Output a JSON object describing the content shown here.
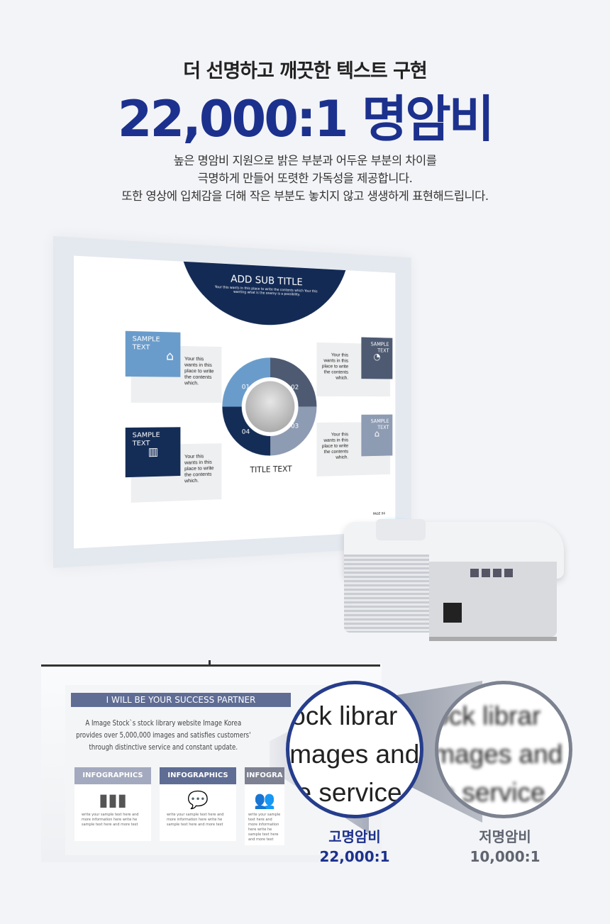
{
  "header": {
    "subtitle": "더 선명하고 깨끗한 텍스트 구현",
    "headline": "22,000:1 명암비",
    "description": [
      "높은 명암비 지원으로 밝은 부분과 어두운 부분의 차이를",
      "극명하게 만들어 또렷한 가독성을 제공합니다.",
      "또한 영상에 입체감을 더해 작은 부분도 놓치지 않고 생생하게 표현해드립니다."
    ]
  },
  "slide": {
    "sub_title": "ADD SUB TITLE",
    "sub_text": "Your this wants in this place to write the contents which Your this wanting what is the enemy is a possibility.",
    "cards": [
      {
        "label": "SAMPLE TEXT",
        "text": "Your this wants in this place to write the contents which.",
        "num": "01",
        "color": "#6a9ccb"
      },
      {
        "label": "SAMPLE TEXT",
        "text": "Your this wants in this place to write the contents which.",
        "num": "02",
        "color": "#4d5a72"
      },
      {
        "label": "SAMPLE TEXT",
        "text": "Your this wants in this place to write the contents which.",
        "num": "03",
        "color": "#8d9bb3"
      },
      {
        "label": "SAMPLE TEXT",
        "text": "Your this wants in this place to write the contents which.",
        "num": "04",
        "color": "#142d57"
      }
    ],
    "title_text": "TITLE TEXT",
    "page": "PAGE 04"
  },
  "bottom": {
    "banner": "I WILL BE YOUR SUCCESS PARTNER",
    "paragraph": [
      "A Image Stock`s stock library website Image Korea",
      "provides over 5,000,000 images and satisfies customers'",
      "through distinctive service and constant update."
    ],
    "infographics": [
      {
        "title": "INFOGRAPHICS",
        "text": "write your sample text here and more information here write he sample text here and more text"
      },
      {
        "title": "INFOGRAPHICS",
        "text": "write your sample text here and more information here write he sample text here and more text"
      },
      {
        "title": "INFOGRA",
        "text": "write your sample text here and more information here write he sample text here and more text"
      }
    ],
    "lens_text": [
      "tock librar",
      "images and",
      "ve service"
    ],
    "high": {
      "label": "고명암비",
      "ratio": "22,000:1",
      "color": "#1c318d"
    },
    "low": {
      "label": "저명암비",
      "ratio": "10,000:1",
      "color": "#5f6470"
    }
  }
}
